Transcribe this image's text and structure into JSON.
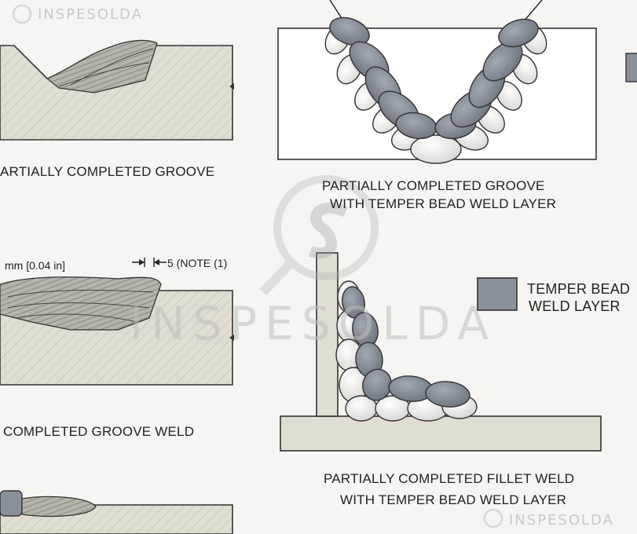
{
  "watermark": {
    "top_left": "INSPESOLDA",
    "center": "INSPESOLDA",
    "bottom_right": "INSPESOLDA"
  },
  "captions": {
    "top_left": "ARTIALLY COMPLETED GROOVE",
    "top_right_line1": "PARTIALLY COMPLETED GROOVE",
    "top_right_line2": "WITH TEMPER BEAD WELD LAYER",
    "middle_left": "COMPLETED GROOVE WELD",
    "bottom_right_line1": "PARTIALLY COMPLETED FILLET WELD",
    "bottom_right_line2": "WITH TEMPER BEAD WELD LAYER"
  },
  "dimensions": {
    "left_label": "mm [0.04 in]",
    "right_label": "5 (NOTE (1)"
  },
  "legend": {
    "label_line1": "TEMPER BEAD",
    "label_line2": "WELD LAYER",
    "swatch_color": "#8a9099"
  },
  "colors": {
    "base_metal": "#e2ddd2",
    "temper_bead": "#8a9099",
    "weld_bead": "#e9e9e9",
    "filler": "#b7b2a8"
  }
}
